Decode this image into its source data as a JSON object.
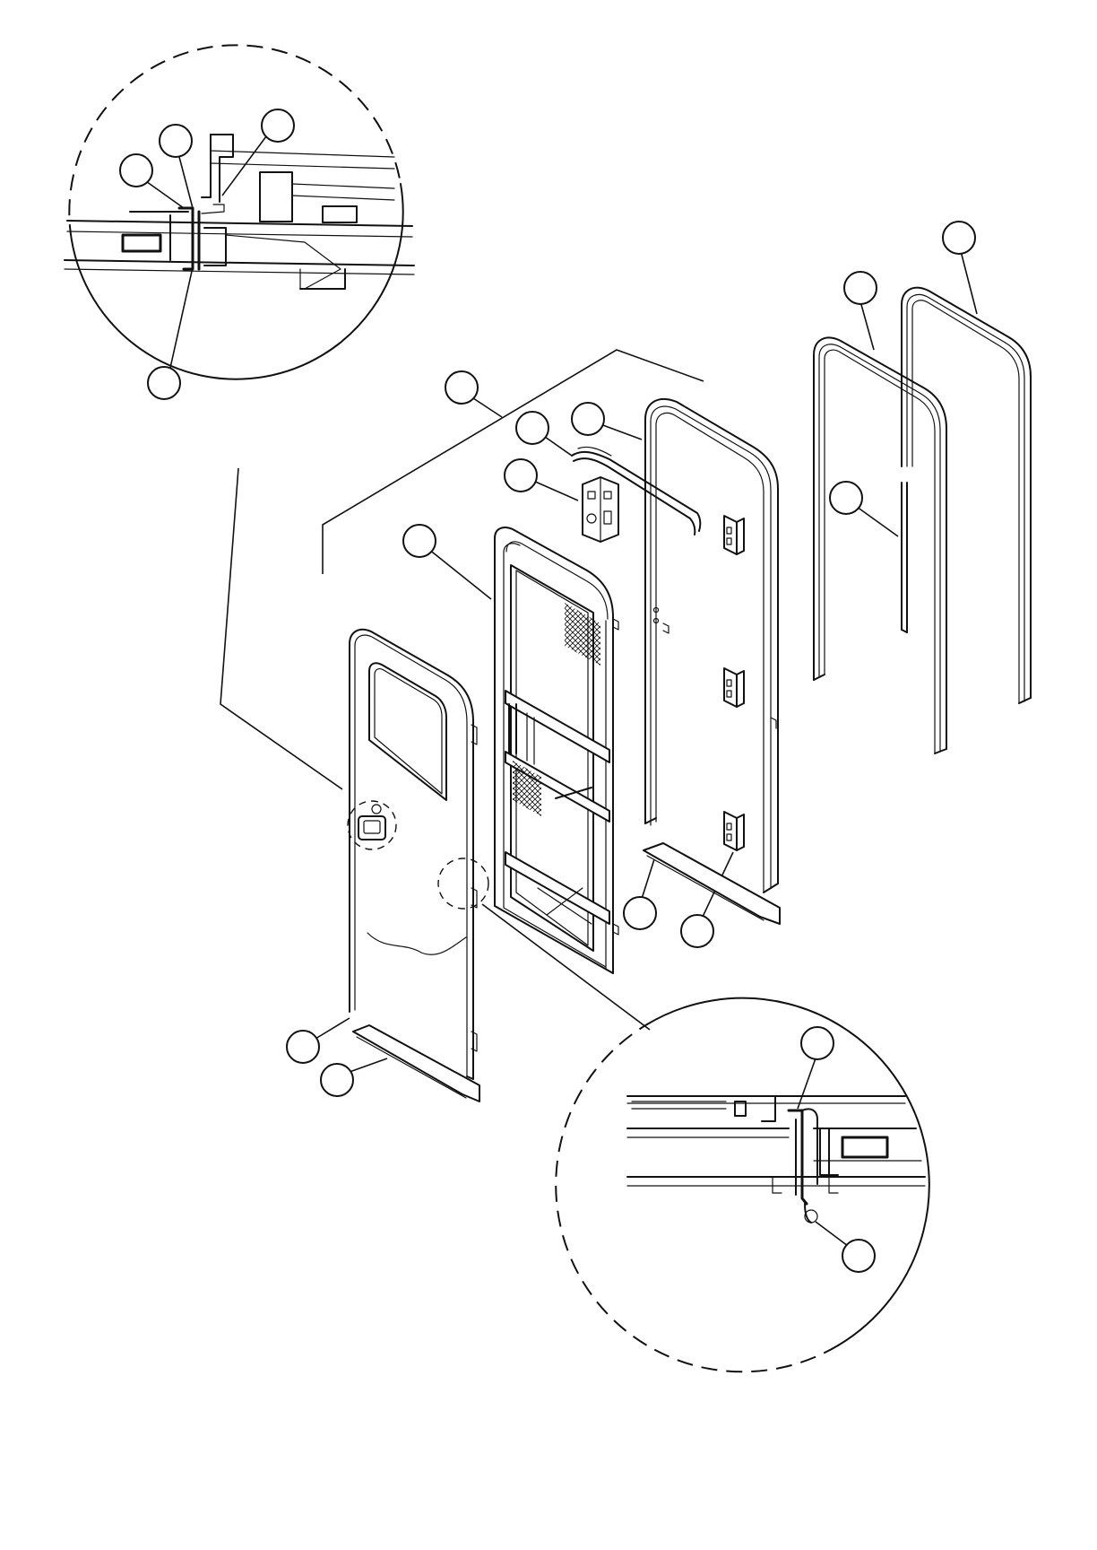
{
  "colors": {
    "line": "#111111",
    "background": "#ffffff"
  },
  "callouts": [
    {
      "id": "detail-a-1"
    },
    {
      "id": "detail-a-2"
    },
    {
      "id": "detail-a-3"
    },
    {
      "id": "detail-a-4"
    },
    {
      "id": "frame-assembly"
    },
    {
      "id": "trim-strip"
    },
    {
      "id": "latch-plate"
    },
    {
      "id": "door-frame"
    },
    {
      "id": "screen-door"
    },
    {
      "id": "seal-outer"
    },
    {
      "id": "seal-inner"
    },
    {
      "id": "seal-strip"
    },
    {
      "id": "threshold"
    },
    {
      "id": "hinge"
    },
    {
      "id": "door-seal"
    },
    {
      "id": "door-sill"
    },
    {
      "id": "detail-b-1"
    },
    {
      "id": "detail-b-2"
    }
  ]
}
